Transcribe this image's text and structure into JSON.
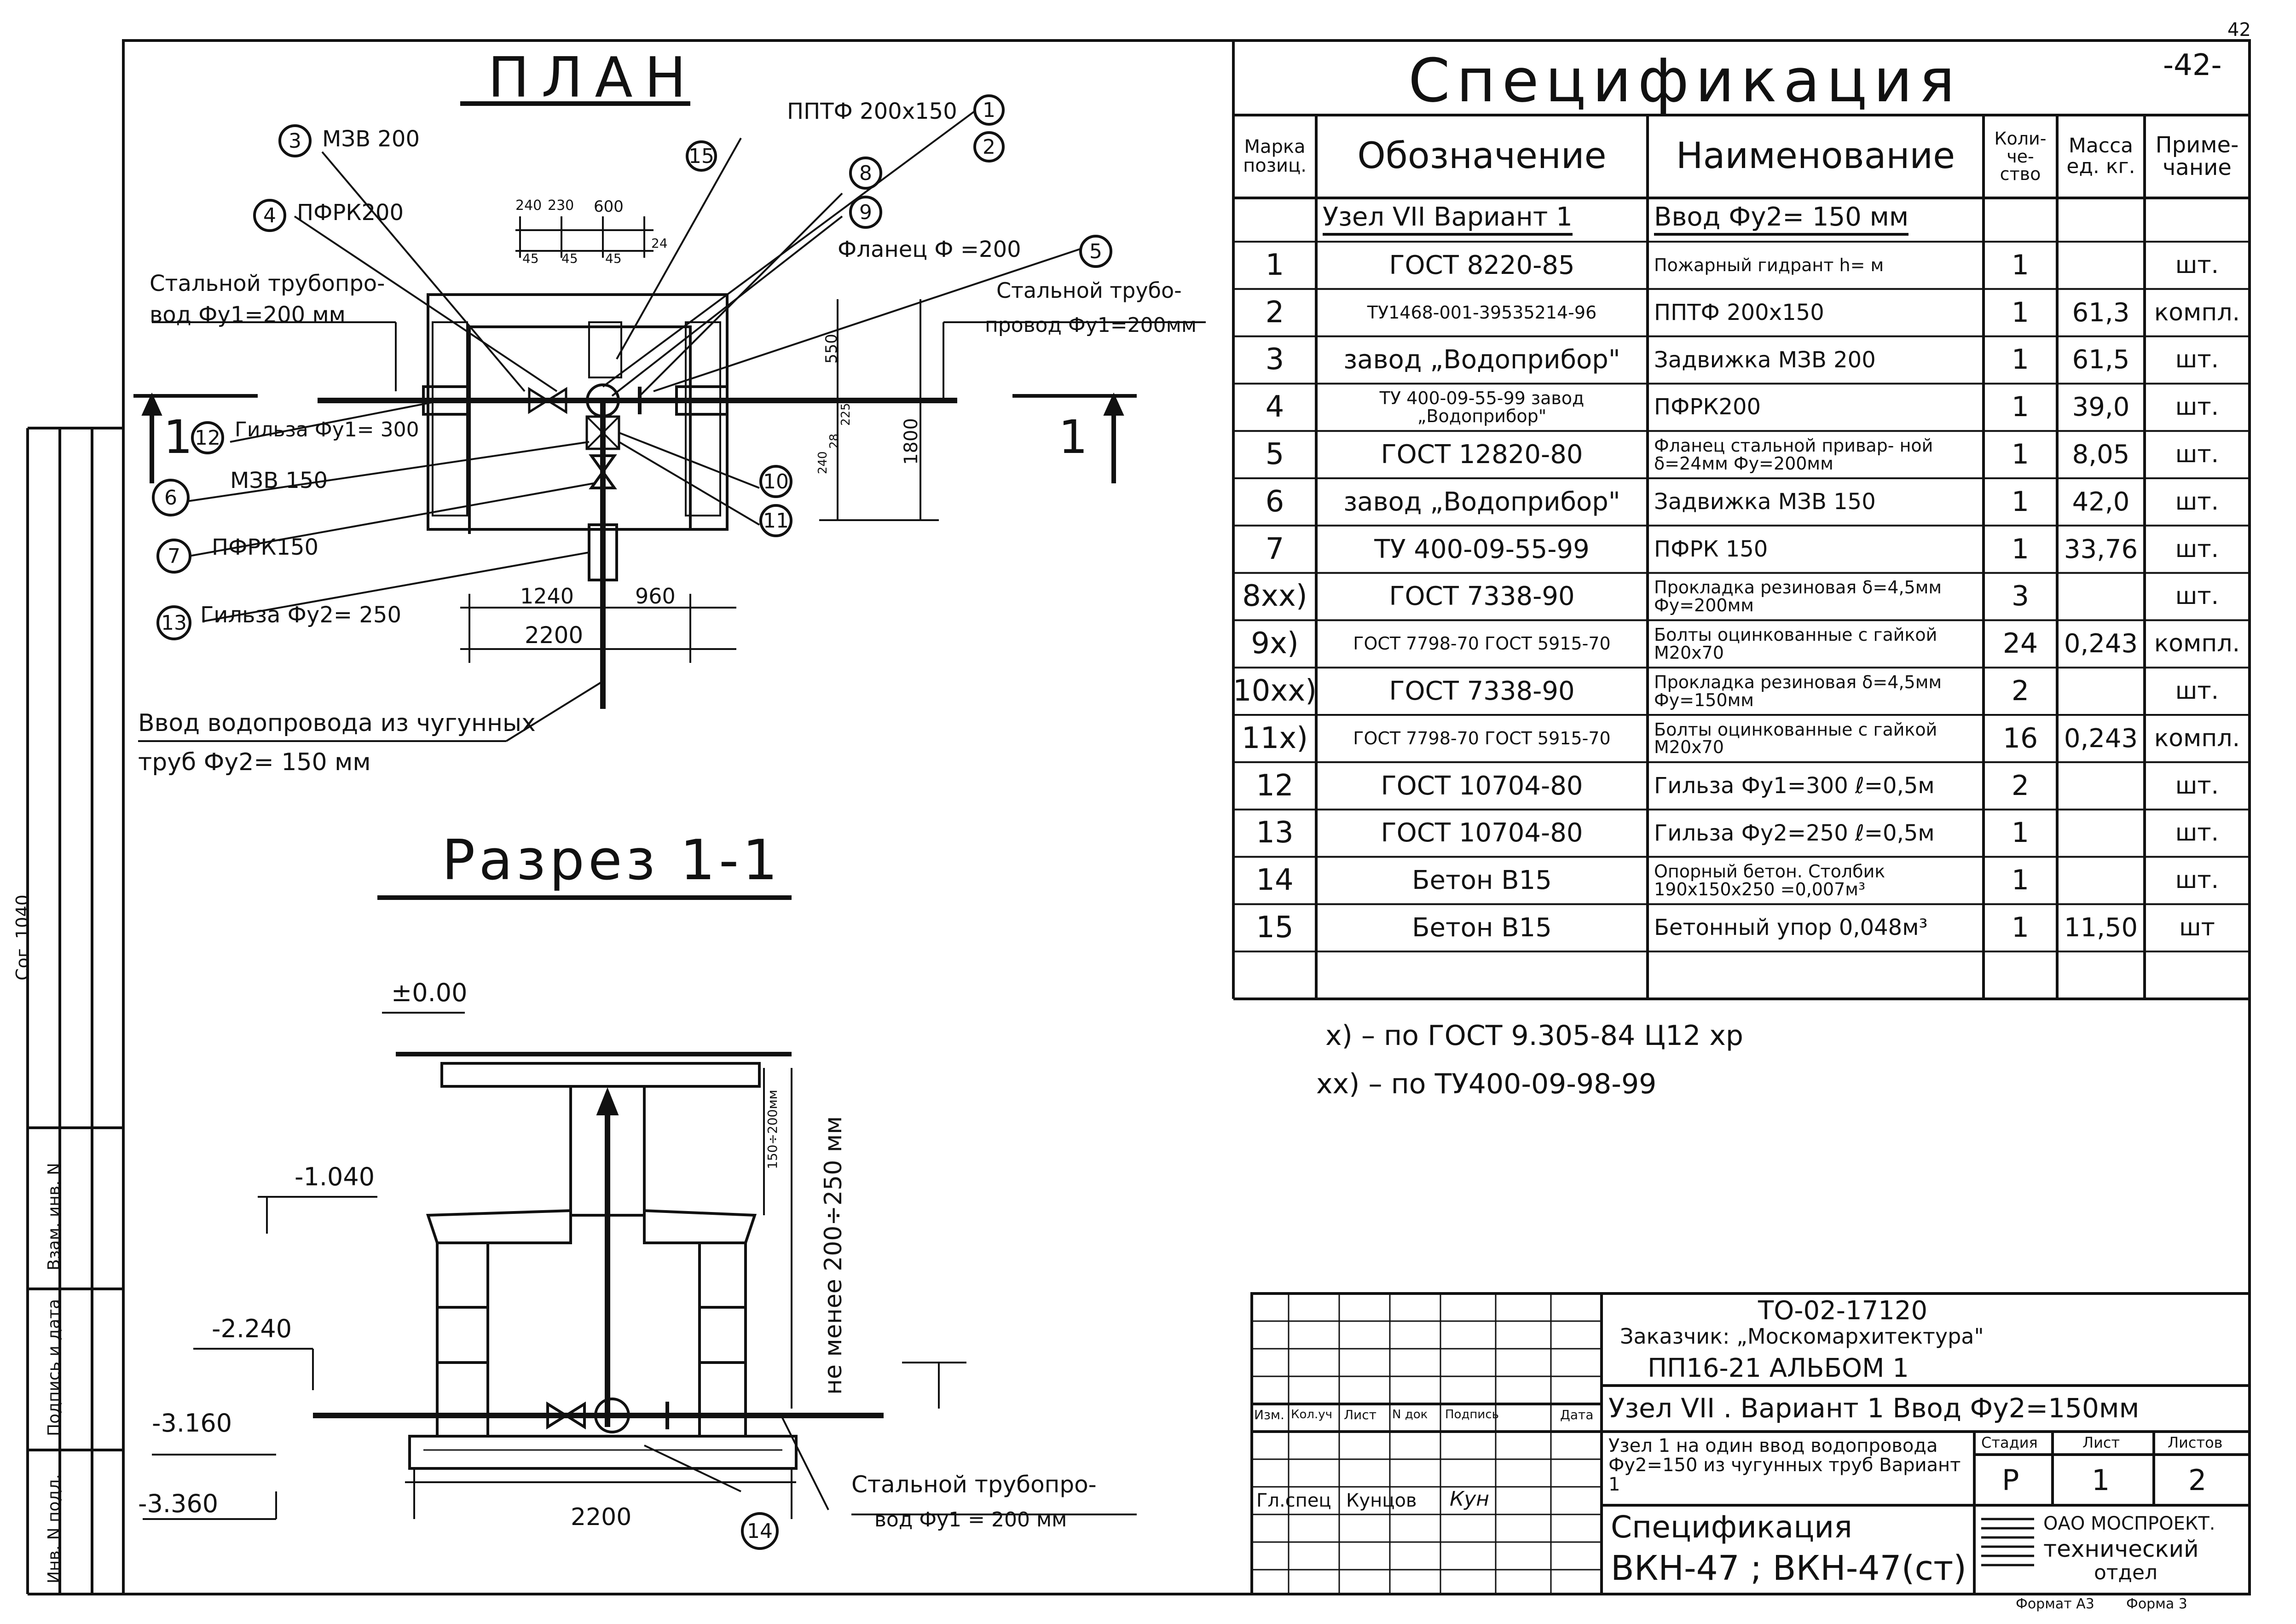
{
  "page_number": "-42-",
  "page_mark_top": "42",
  "sidebar": {
    "sog": "Сог",
    "sog_num": "1040",
    "vzam": "Взам. инв. N",
    "podpis": "Подпись и дата",
    "inv": "Инв. N подл."
  },
  "plan": {
    "title": "ПЛАН",
    "labels": {
      "mzv200": "МЗВ 200",
      "pfrk200": "ПФРК200",
      "steel_left_1": "Стальной трубопро-",
      "steel_left_2": "вод Фу1=200 мм",
      "sleeve300": "Гильза Фу1= 300",
      "mzv150": "МЗВ 150",
      "pfrk150": "ПФРК150",
      "sleeve250": "Гильза Фу2= 250",
      "pptf": "ППТФ 200х150",
      "flange": "Фланец Ф =200",
      "steel_right_1": "Стальной трубо-",
      "steel_right_2": "провод Фу1=200мм",
      "inlet_1": "Ввод водопровода из чугунных",
      "inlet_2": "труб Фу2= 150 мм",
      "section_mark_left": "1",
      "section_mark_right": "1"
    },
    "dims": {
      "d240": "240",
      "d230": "230",
      "d600": "600",
      "d45a": "45",
      "d45b": "45",
      "d45c": "45",
      "d24": "24",
      "d550": "550",
      "d240v": "240",
      "d28": "28",
      "d225": "225",
      "d1800": "1800",
      "d1240": "1240",
      "d960": "960",
      "d2200": "2200"
    },
    "callouts": [
      "3",
      "4",
      "12",
      "6",
      "7",
      "13",
      "15",
      "8",
      "9",
      "1",
      "2",
      "5",
      "10",
      "11"
    ]
  },
  "section": {
    "title": "Разрез 1-1",
    "level0": "±0.00",
    "level1": "-1.040",
    "level2": "-2.240",
    "level3": "-3.160",
    "level4": "-3.360",
    "dim_2200": "2200",
    "dim_vert": "не менее 200÷250 мм",
    "dim_small": "150÷200мм",
    "steel_1": "Стальной трубопро-",
    "steel_2": "вод Фу1 = 200 мм",
    "callout14": "14"
  },
  "spec": {
    "title": "Спецификация",
    "headers": {
      "mark": "Марка позиц.",
      "designation": "Обозначение",
      "name": "Наименование",
      "qty": "Коли- че- ство",
      "mass": "Масса ед. кг.",
      "note": "Приме- чание"
    },
    "group_designation": "Узел VII  Вариант 1",
    "group_name": "Ввод Фу2= 150 мм",
    "rows": [
      {
        "mark": "1",
        "designation": "ГОСТ 8220-85",
        "name": "Пожарный гидрант h=   м",
        "qty": "1",
        "mass": "",
        "note": "шт."
      },
      {
        "mark": "2",
        "designation": "ТУ1468-001-39535214-96",
        "name": "ППТФ 200х150",
        "qty": "1",
        "mass": "61,3",
        "note": "компл."
      },
      {
        "mark": "3",
        "designation": "завод „Водоприбор\"",
        "name": "Задвижка МЗВ 200",
        "qty": "1",
        "mass": "61,5",
        "note": "шт."
      },
      {
        "mark": "4",
        "designation": "ТУ 400-09-55-99 завод „Водоприбор\"",
        "name": "ПФРК200",
        "qty": "1",
        "mass": "39,0",
        "note": "шт."
      },
      {
        "mark": "5",
        "designation": "ГОСТ 12820-80",
        "name": "Фланец стальной привар- ной δ=24мм Фу=200мм",
        "qty": "1",
        "mass": "8,05",
        "note": "шт."
      },
      {
        "mark": "6",
        "designation": "завод „Водоприбор\"",
        "name": "Задвижка МЗВ 150",
        "qty": "1",
        "mass": "42,0",
        "note": "шт."
      },
      {
        "mark": "7",
        "designation": "ТУ 400-09-55-99",
        "name": "ПФРК 150",
        "qty": "1",
        "mass": "33,76",
        "note": "шт."
      },
      {
        "mark": "8xx)",
        "designation": "ГОСТ 7338-90",
        "name": "Прокладка резиновая δ=4,5мм Фу=200мм",
        "qty": "3",
        "mass": "",
        "note": "шт."
      },
      {
        "mark": "9x)",
        "designation": "ГОСТ 7798-70 ГОСТ 5915-70",
        "name": "Болты оцинкованные с гайкой М20х70",
        "qty": "24",
        "mass": "0,243",
        "note": "компл."
      },
      {
        "mark": "10xx)",
        "designation": "ГОСТ 7338-90",
        "name": "Прокладка резиновая δ=4,5мм Фу=150мм",
        "qty": "2",
        "mass": "",
        "note": "шт."
      },
      {
        "mark": "11x)",
        "designation": "ГОСТ 7798-70 ГОСТ 5915-70",
        "name": "Болты оцинкованные с гайкой М20х70",
        "qty": "16",
        "mass": "0,243",
        "note": "компл."
      },
      {
        "mark": "12",
        "designation": "ГОСТ 10704-80",
        "name": "Гильза Фу1=300 ℓ=0,5м",
        "qty": "2",
        "mass": "",
        "note": "шт."
      },
      {
        "mark": "13",
        "designation": "ГОСТ 10704-80",
        "name": "Гильза Фу2=250 ℓ=0,5м",
        "qty": "1",
        "mass": "",
        "note": "шт."
      },
      {
        "mark": "14",
        "designation": "Бетон В15",
        "name": "Опорный бетон. Столбик 190х150х250 =0,007м³",
        "qty": "1",
        "mass": "",
        "note": "шт."
      },
      {
        "mark": "15",
        "designation": "Бетон В15",
        "name": "Бетонный упор 0,048м³",
        "qty": "1",
        "mass": "11,50",
        "note": "шт"
      },
      {
        "mark": "",
        "designation": "",
        "name": "",
        "qty": "",
        "mass": "",
        "note": ""
      }
    ]
  },
  "notes": {
    "n1": "x) – по ГОСТ 9.305-84 Ц12 хр",
    "n2": "xx) – по ТУ400-09-98-99"
  },
  "stamp": {
    "project_code": "ТО-02-17120",
    "customer": "Заказчик: „Москомархитектура\"",
    "album": "ПП16-21   АЛЬБОМ 1",
    "node_line": "Узел VII . Вариант 1   Ввод Фу2=150мм",
    "descr": "Узел 1 на один ввод водопровода Фу2=150 из чугунных труб Вариант 1",
    "sheet_title": "Спецификация",
    "codes": "ВКН-47 ; ВКН-47(ст)",
    "col_izm": "Изм.",
    "col_kol": "Кол.уч",
    "col_list": "Лист",
    "col_ndok": "N док",
    "col_podp": "Подпись",
    "col_data": "Дата",
    "role": "Гл.спец",
    "person": "Кунцов",
    "signature": "Кун",
    "stage_label": "Стадия",
    "sheet_label": "Лист",
    "sheets_label": "Листов",
    "stage": "Р",
    "sheet": "1",
    "sheets": "2",
    "org_1": "ОАО МОСПРОЕКТ.",
    "org_2": "технический",
    "org_3": "отдел"
  },
  "format": {
    "format_label": "Формат А3",
    "form_label": "Форма 3"
  }
}
